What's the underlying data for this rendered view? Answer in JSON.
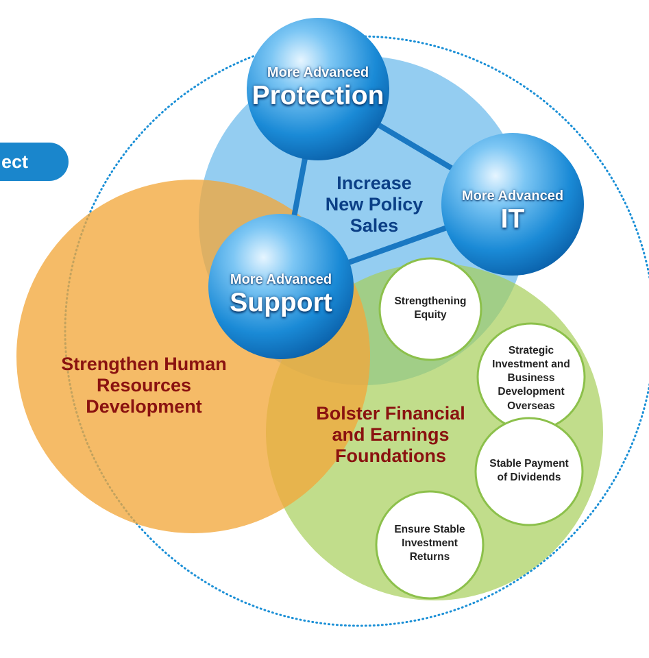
{
  "tab": {
    "label": "ect"
  },
  "center_label": {
    "lines": [
      "Increase",
      "New Policy",
      "Sales"
    ]
  },
  "spheres": {
    "protection": {
      "small": "More Advanced",
      "big": "Protection"
    },
    "it": {
      "small": "More Advanced",
      "big": "IT"
    },
    "support": {
      "small": "More Advanced",
      "big": "Support"
    }
  },
  "regions": {
    "human": {
      "lines": [
        "Strengthen Human",
        "Resources",
        "Development"
      ]
    },
    "financial": {
      "lines": [
        "Bolster Financial",
        "and Earnings",
        "Foundations"
      ]
    }
  },
  "small_circles": [
    {
      "lines": [
        "Strengthening",
        "Equity"
      ]
    },
    {
      "lines": [
        "Strategic",
        "Investment and",
        "Business",
        "Development",
        "Overseas"
      ]
    },
    {
      "lines": [
        "Stable Payment",
        "of Dividends"
      ]
    },
    {
      "lines": [
        "Ensure Stable",
        "Investment",
        "Returns"
      ]
    }
  ],
  "colors": {
    "blue_circle": "#8ecaf0",
    "orange_circle": "#f5b556",
    "green_circle": "#b9d97c",
    "sphere_blue": "#1e8fd8",
    "tab_blue": "#1a86cc",
    "dotted_border": "#1a8fd6",
    "region_text": "#8a1210",
    "center_text": "#0b3f86",
    "small_circle_border": "#8cc04b"
  }
}
